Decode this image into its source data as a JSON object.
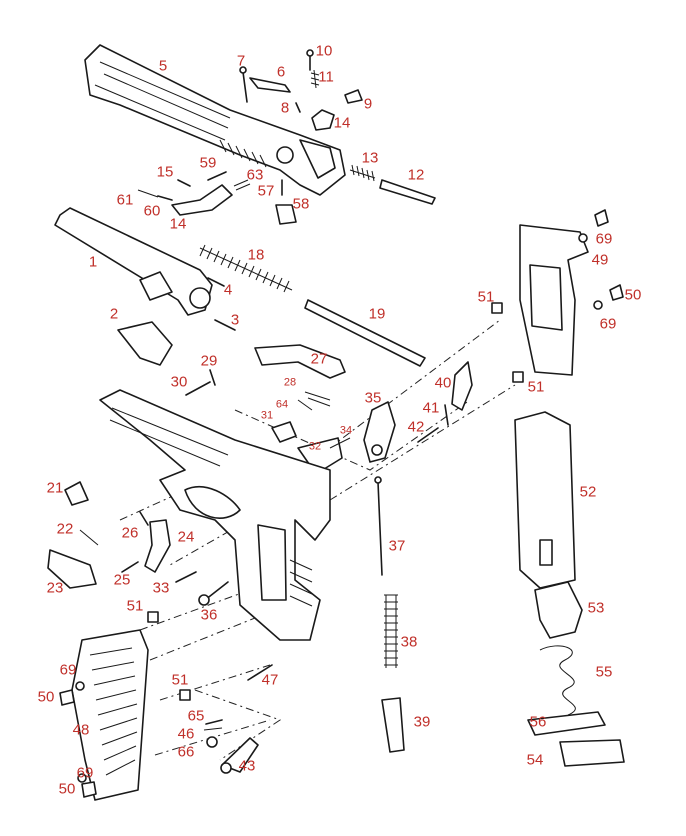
{
  "labels": [
    {
      "id": "l5",
      "text": "5"
    },
    {
      "id": "l7",
      "text": "7"
    },
    {
      "id": "l6",
      "text": "6"
    },
    {
      "id": "l10",
      "text": "10"
    },
    {
      "id": "l11",
      "text": "11"
    },
    {
      "id": "l8",
      "text": "8"
    },
    {
      "id": "l9",
      "text": "9"
    },
    {
      "id": "l14a",
      "text": "14"
    },
    {
      "id": "l13",
      "text": "13"
    },
    {
      "id": "l12",
      "text": "12"
    },
    {
      "id": "l15",
      "text": "15"
    },
    {
      "id": "l59",
      "text": "59"
    },
    {
      "id": "l63",
      "text": "63"
    },
    {
      "id": "l61",
      "text": "61"
    },
    {
      "id": "l60",
      "text": "60"
    },
    {
      "id": "l57",
      "text": "57"
    },
    {
      "id": "l58",
      "text": "58"
    },
    {
      "id": "l14b",
      "text": "14"
    },
    {
      "id": "l1",
      "text": "1"
    },
    {
      "id": "l18",
      "text": "18"
    },
    {
      "id": "l4",
      "text": "4"
    },
    {
      "id": "l2",
      "text": "2"
    },
    {
      "id": "l3",
      "text": "3"
    },
    {
      "id": "l19",
      "text": "19"
    },
    {
      "id": "l29",
      "text": "29"
    },
    {
      "id": "l27",
      "text": "27"
    },
    {
      "id": "l30",
      "text": "30"
    },
    {
      "id": "l28",
      "text": "28"
    },
    {
      "id": "l64",
      "text": "64"
    },
    {
      "id": "l31",
      "text": "31"
    },
    {
      "id": "l32",
      "text": "32"
    },
    {
      "id": "l34",
      "text": "34"
    },
    {
      "id": "l35",
      "text": "35"
    },
    {
      "id": "l40",
      "text": "40"
    },
    {
      "id": "l41",
      "text": "41"
    },
    {
      "id": "l42",
      "text": "42"
    },
    {
      "id": "l51a",
      "text": "51"
    },
    {
      "id": "l69a",
      "text": "69"
    },
    {
      "id": "l49",
      "text": "49"
    },
    {
      "id": "l50a",
      "text": "50"
    },
    {
      "id": "l69b",
      "text": "69"
    },
    {
      "id": "l51b",
      "text": "51"
    },
    {
      "id": "l52",
      "text": "52"
    },
    {
      "id": "l21",
      "text": "21"
    },
    {
      "id": "l22",
      "text": "22"
    },
    {
      "id": "l26",
      "text": "26"
    },
    {
      "id": "l24",
      "text": "24"
    },
    {
      "id": "l23",
      "text": "23"
    },
    {
      "id": "l25",
      "text": "25"
    },
    {
      "id": "l33",
      "text": "33"
    },
    {
      "id": "l37",
      "text": "37"
    },
    {
      "id": "l51c",
      "text": "51"
    },
    {
      "id": "l36",
      "text": "36"
    },
    {
      "id": "l53",
      "text": "53"
    },
    {
      "id": "l38",
      "text": "38"
    },
    {
      "id": "l55",
      "text": "55"
    },
    {
      "id": "l69c",
      "text": "69"
    },
    {
      "id": "l50b",
      "text": "50"
    },
    {
      "id": "l51d",
      "text": "51"
    },
    {
      "id": "l47",
      "text": "47"
    },
    {
      "id": "l48",
      "text": "48"
    },
    {
      "id": "l65",
      "text": "65"
    },
    {
      "id": "l46",
      "text": "46"
    },
    {
      "id": "l66",
      "text": "66"
    },
    {
      "id": "l43",
      "text": "43"
    },
    {
      "id": "l39",
      "text": "39"
    },
    {
      "id": "l56",
      "text": "56"
    },
    {
      "id": "l54",
      "text": "54"
    },
    {
      "id": "l69d",
      "text": "69"
    },
    {
      "id": "l50c",
      "text": "50"
    }
  ],
  "colors": {
    "label": "#c0302a",
    "line": "#1a1a1a",
    "background": "#ffffff"
  }
}
